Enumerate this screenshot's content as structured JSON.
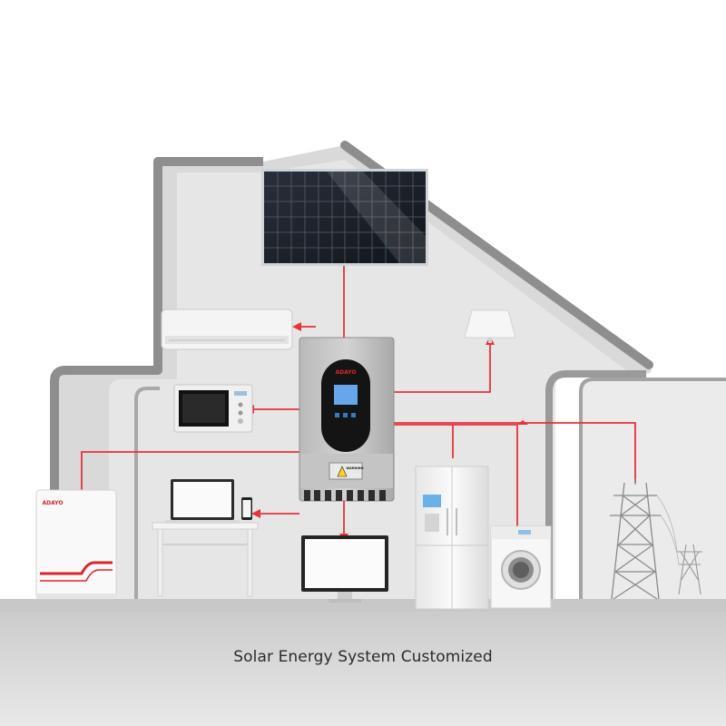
{
  "caption": "Solar Energy System Customized",
  "battery": {
    "brand": "ADAYO"
  },
  "inverter": {
    "brand": "ADAYO",
    "warning_label": "WARNING"
  },
  "colors": {
    "wire": "#e8323c",
    "house_outline": "#8e8e8e",
    "house_fill": "#dcdcdc",
    "floor": "#cfcfcf",
    "accent_red": "#d9262c"
  }
}
